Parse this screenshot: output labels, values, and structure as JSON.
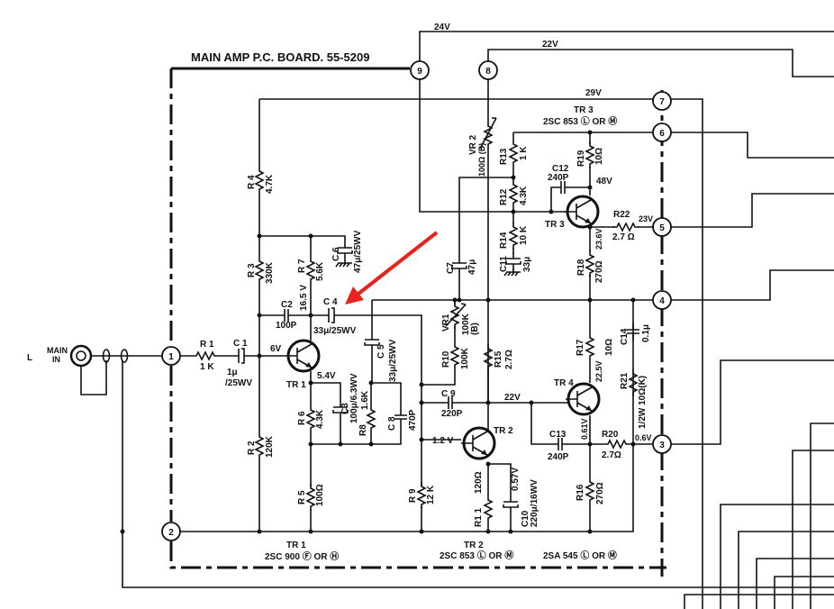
{
  "title": "MAIN AMP P.C. BOARD. 55-5209",
  "input": {
    "channel": "L",
    "label_line1": "MAIN",
    "label_line2": "IN"
  },
  "rails": {
    "v24": "24V",
    "v22": "22V",
    "v29": "29V"
  },
  "terminals": {
    "t1": "1",
    "t2": "2",
    "t3": "3",
    "t4": "4",
    "t5": "5",
    "t6": "6",
    "t7": "7",
    "t8": "8",
    "t9": "9"
  },
  "resistors": {
    "R1": {
      "ref": "R 1",
      "value": "1 K"
    },
    "R2": {
      "ref": "R 2",
      "value": "120K"
    },
    "R3": {
      "ref": "R 3",
      "value": "330K"
    },
    "R4": {
      "ref": "R 4",
      "value": "4.7K"
    },
    "R5": {
      "ref": "R 5",
      "value": "100Ω"
    },
    "R6": {
      "ref": "R 6",
      "value": "4.3K"
    },
    "R7": {
      "ref": "R 7",
      "value": "5.6K"
    },
    "R8": {
      "ref": "R8",
      "value": "1.6K"
    },
    "R9": {
      "ref": "R 9",
      "value": "12 K"
    },
    "R10": {
      "ref": "R10",
      "value": "100K"
    },
    "R11": {
      "ref": "R1 1",
      "value": "120Ω"
    },
    "R12": {
      "ref": "R12",
      "value": "4.3K"
    },
    "R13": {
      "ref": "R13",
      "value": "1 K"
    },
    "R14": {
      "ref": "R14",
      "value": "10 K"
    },
    "R15": {
      "ref": "R15",
      "value": "2.7Ω"
    },
    "R16": {
      "ref": "R16",
      "value": "270Ω"
    },
    "R17": {
      "ref": "R17",
      "value": "10Ω"
    },
    "R18": {
      "ref": "R18",
      "value": "270Ω"
    },
    "R19": {
      "ref": "R19",
      "value": "10Ω"
    },
    "R20": {
      "ref": "R20",
      "value": "2.7Ω"
    },
    "R21": {
      "ref": "R21",
      "value": "1/2W 10Ω(K)"
    },
    "R22": {
      "ref": "R22",
      "value": "2.7 Ω"
    }
  },
  "variable_resistors": {
    "VR1": {
      "ref": "VR1",
      "value": "100K",
      "taper": "(B)"
    },
    "VR2": {
      "ref": "VR 2",
      "value": "100Ω (B)"
    }
  },
  "capacitors": {
    "C1": {
      "ref": "C 1",
      "value": "1μ",
      "rating": "/25WV"
    },
    "C2": {
      "ref": "C2",
      "value": "100P"
    },
    "C3": {
      "ref": "C3",
      "value": "100μ/6.3WV"
    },
    "C4": {
      "ref": "C 4",
      "value": "33μ/25WV"
    },
    "C5": {
      "ref": "C 5",
      "value": "33μ/25WV"
    },
    "C6": {
      "ref": "C 6",
      "value": "47μ/25WV"
    },
    "C7": {
      "ref": "C7",
      "value": "47μ"
    },
    "C8": {
      "ref": "C 8",
      "value": "470P"
    },
    "C9": {
      "ref": "C 9",
      "value": "220P"
    },
    "C10": {
      "ref": "C10",
      "value": "220μ/16WV"
    },
    "C11": {
      "ref": "C11",
      "value": "33μ"
    },
    "C12": {
      "ref": "C12",
      "value": "240P"
    },
    "C13": {
      "ref": "C13",
      "value": "240P"
    },
    "C14": {
      "ref": "C14",
      "value": "0.1μ"
    }
  },
  "transistors": {
    "TR1": {
      "ref": "TR 1",
      "caption_ref": "TR 1",
      "type": "2SC 900 Ⓕ OR Ⓗ"
    },
    "TR2": {
      "ref": "TR 2",
      "caption_ref": "TR 2",
      "type": "2SC 853 Ⓛ OR Ⓜ"
    },
    "TR3": {
      "ref": "TR 3",
      "caption_ref": "TR 3",
      "type": "2SC 853 Ⓛ OR Ⓜ"
    },
    "TR4": {
      "ref": "TR 4",
      "type": "2SA 545 Ⓛ OR Ⓜ"
    }
  },
  "voltages": {
    "tr1_base": "6V",
    "tr1_collector": "16.5 V",
    "tr1_emitter": "5.4V",
    "tr2_base": "1.2 V",
    "tr2_emitter": "0.57V",
    "tr2_collector": "22V",
    "tr3_collector": "48V",
    "tr3_emitter": "23.6V",
    "out5": "23V",
    "tr4_collector": "22.5V",
    "tr4_emitter": "0.61V",
    "out3": "0.6V"
  },
  "colors": {
    "annotation_arrow": "#e8231b"
  }
}
